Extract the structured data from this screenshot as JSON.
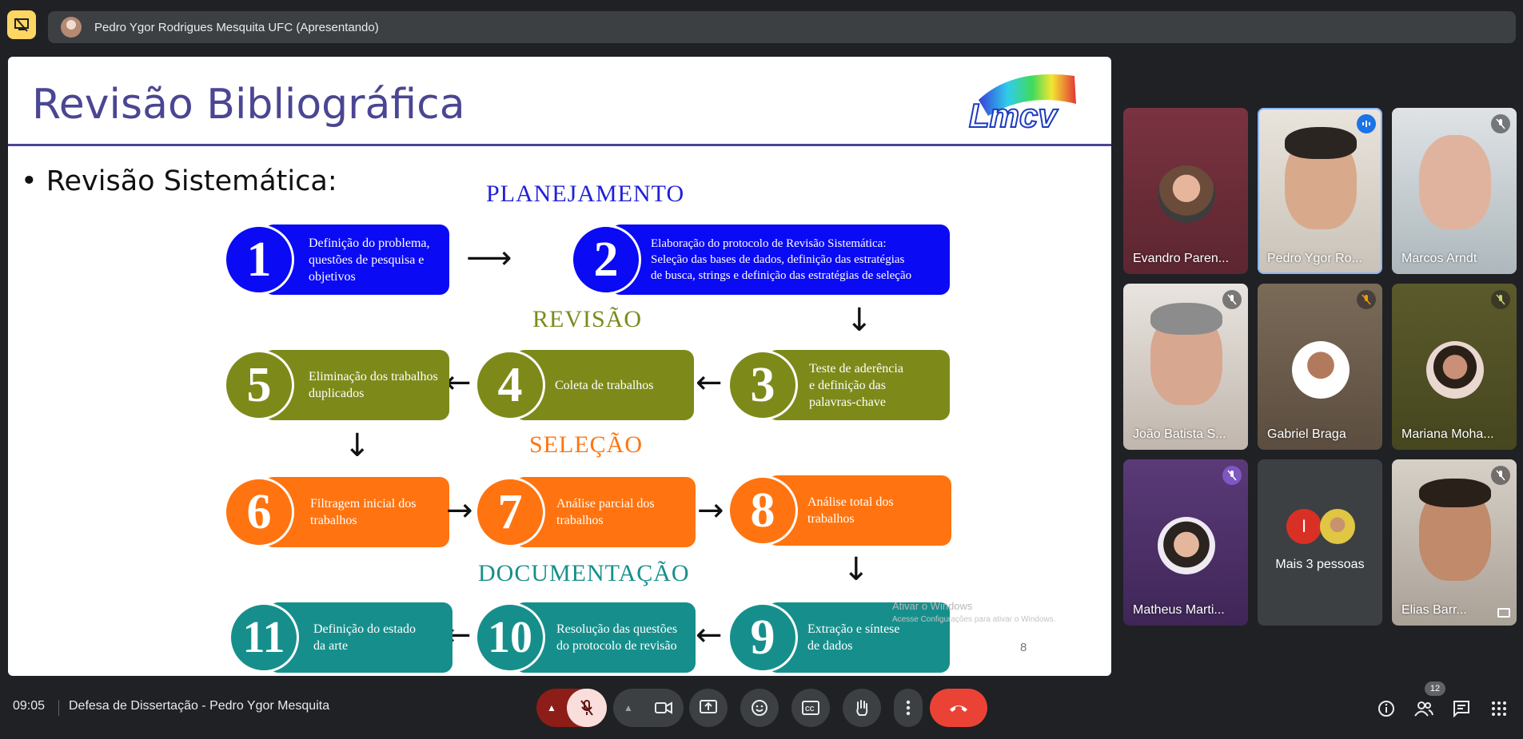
{
  "presenter_bar": {
    "label": "Pedro Ygor Rodrigues Mesquita UFC (Apresentando)"
  },
  "slide": {
    "title": "Revisão Bibliográfica",
    "bullet": "• Revisão Sistemática:",
    "phases": {
      "planejamento": "PLANEJAMENTO",
      "revisao": "REVISÃO",
      "selecao": "SELEÇÃO",
      "documentacao": "DOCUMENTAÇÃO"
    },
    "steps": [
      {
        "num": "1",
        "text": "Definição do problema,\nquestões de pesquisa e\nobjetivos"
      },
      {
        "num": "2",
        "text": "Elaboração do protocolo de Revisão Sistemática:\nSeleção das bases de dados, definição das estratégias\nde busca, strings e definição das estratégias de seleção"
      },
      {
        "num": "3",
        "text": "Teste de aderência\ne definição das\npalavras-chave"
      },
      {
        "num": "4",
        "text": "Coleta de trabalhos"
      },
      {
        "num": "5",
        "text": "Eliminação dos trabalhos\nduplicados"
      },
      {
        "num": "6",
        "text": "Filtragem inicial dos\ntrabalhos"
      },
      {
        "num": "7",
        "text": "Análise parcial dos\ntrabalhos"
      },
      {
        "num": "8",
        "text": "Análise total dos\ntrabalhos"
      },
      {
        "num": "9",
        "text": "Extração e síntese\nde dados"
      },
      {
        "num": "10",
        "text": "Resolução das questões\ndo protocolo de revisão"
      },
      {
        "num": "11",
        "text": "Definição do estado\nda arte"
      }
    ],
    "watermark_title": "Ativar o Windows",
    "watermark_sub": "Acesse Configurações para ativar o Windows.",
    "page_number": "8",
    "colors": {
      "blue": "#0a0af5",
      "olive": "#7d8a1a",
      "orange": "#ff7410",
      "teal": "#168f8c",
      "title": "#4a4693"
    }
  },
  "participants": [
    {
      "name": "Evandro Paren...",
      "muted": false
    },
    {
      "name": "Pedro Ygor Ro...",
      "muted": false,
      "speaking": true
    },
    {
      "name": "Marcos Arndt",
      "muted": true
    },
    {
      "name": "João Batista S...",
      "muted": true
    },
    {
      "name": "Gabriel Braga",
      "muted": true
    },
    {
      "name": "Mariana Moha...",
      "muted": true
    },
    {
      "name": "Matheus Marti...",
      "muted": true
    },
    {
      "name": "Mais 3 pessoas",
      "initial": "I"
    },
    {
      "name": "Elias Barr...",
      "muted": true
    }
  ],
  "bottom_bar": {
    "time": "09:05",
    "meeting_title": "Defesa de Dissertação - Pedro Ygor Mesquita",
    "people_count": "12"
  }
}
